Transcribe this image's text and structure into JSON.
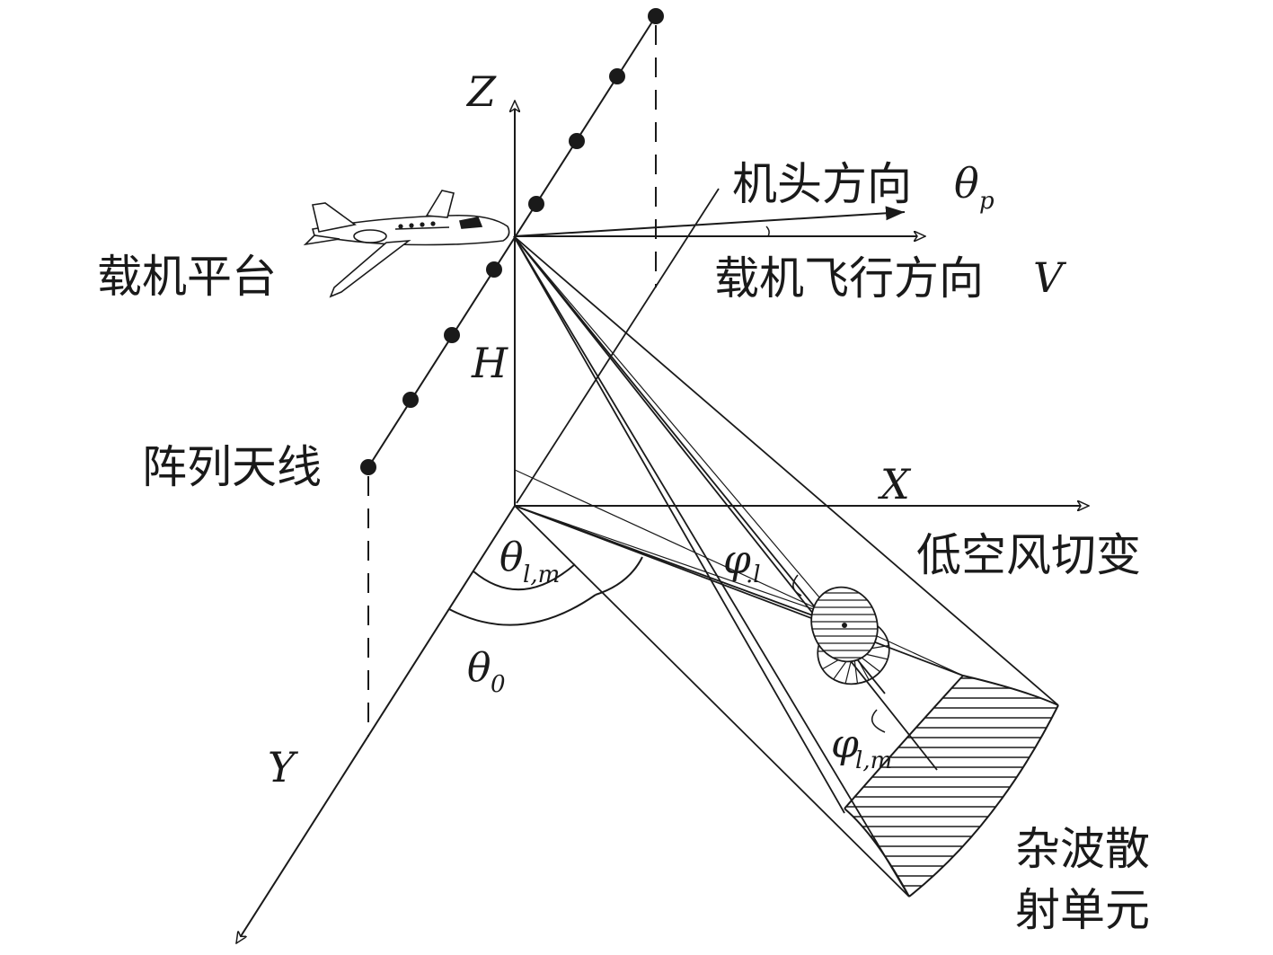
{
  "axes": {
    "z": "Z",
    "x": "X",
    "y": "Y",
    "h": "H"
  },
  "labels": {
    "platform": "载机平台",
    "array": "阵列天线",
    "heading_text": "机头方向",
    "heading_symbol": "θ",
    "heading_sub": "p",
    "flight_text": "载机飞行方向",
    "flight_symbol": "V",
    "windshear": "低空风切变",
    "clutter_line1": "杂波散",
    "clutter_line2": "射单元"
  },
  "angles": {
    "theta_lm": "θ",
    "theta_lm_sub": "l,m",
    "theta_0": "θ",
    "theta_0_sub": "0",
    "phi_l": "φ",
    "phi_l_sub": ".l",
    "phi_lm": "φ",
    "phi_lm_sub": "l,m"
  },
  "colors": {
    "ink": "#1a1a1a",
    "background": "#ffffff"
  }
}
